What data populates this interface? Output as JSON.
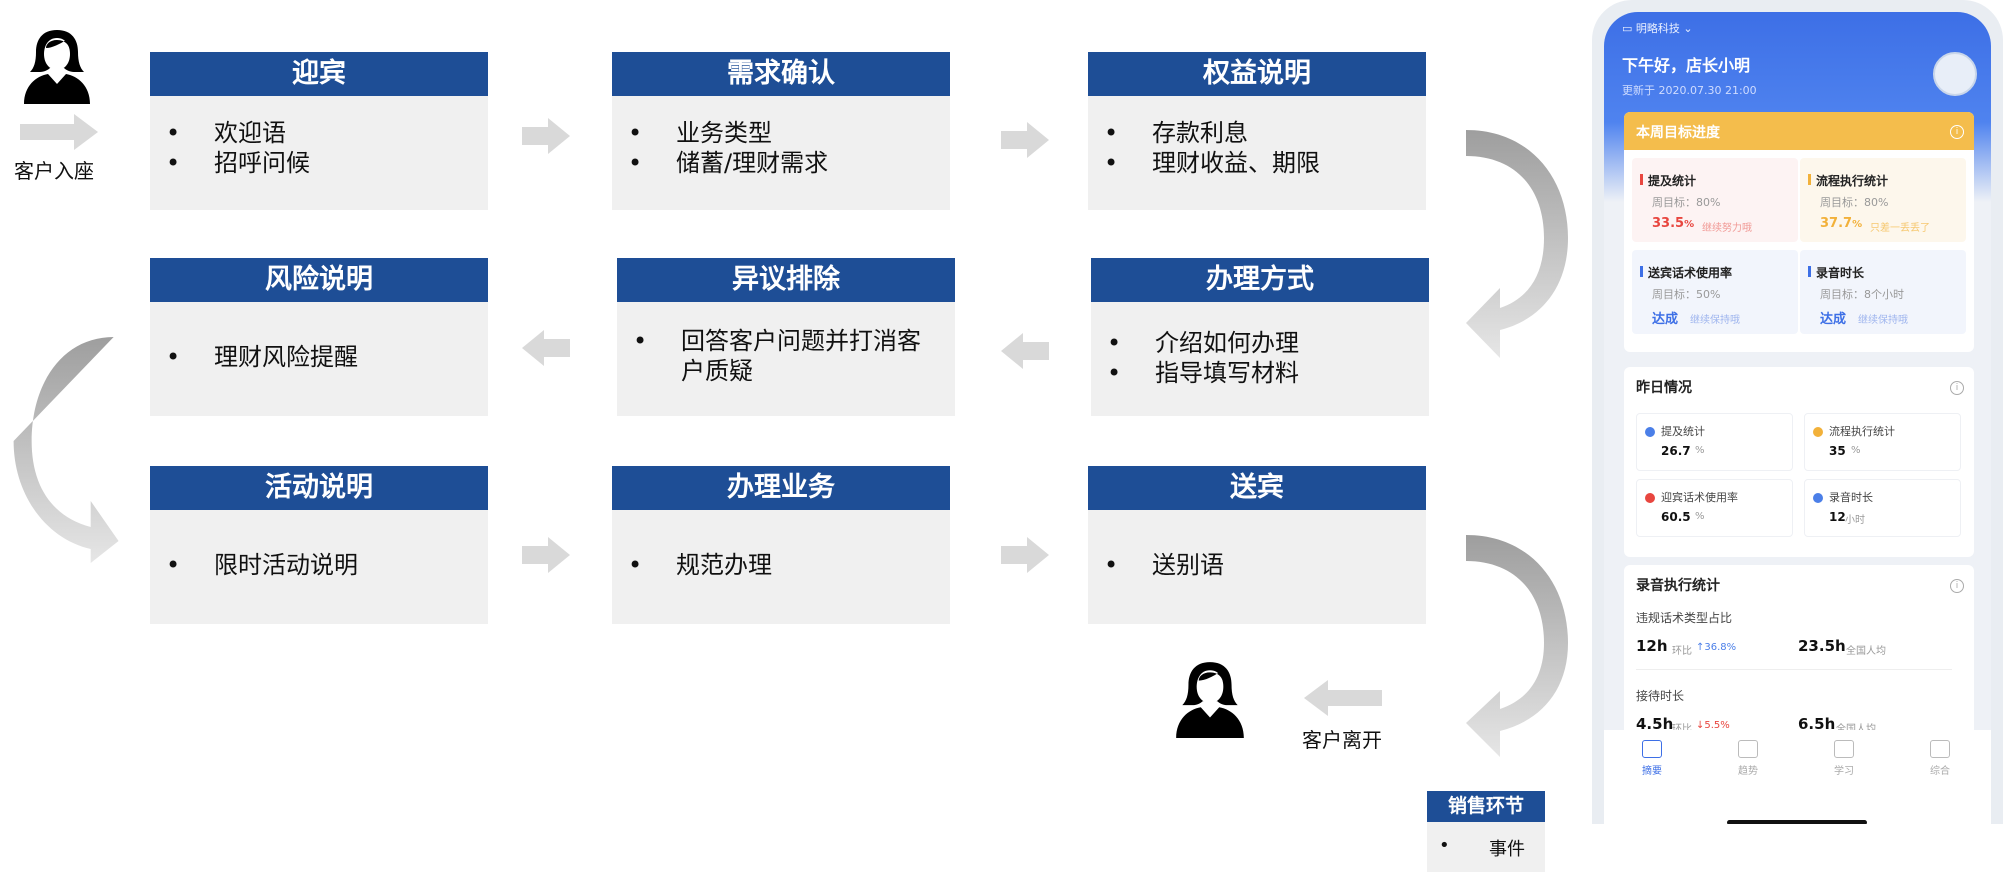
{
  "customer_enter": "客户入座",
  "customer_leave": "客户离开",
  "boxes": [
    {
      "title": "迎宾",
      "items": [
        "欢迎语",
        "招呼问候"
      ]
    },
    {
      "title": "需求确认",
      "items": [
        "业务类型",
        "储蓄/理财需求"
      ]
    },
    {
      "title": "权益说明",
      "items": [
        "存款利息",
        "理财收益、期限"
      ]
    },
    {
      "title": "风险说明",
      "items": [
        "理财风险提醒"
      ]
    },
    {
      "title": "异议排除",
      "items": [
        "回答客户问题并打消客户质疑"
      ]
    },
    {
      "title": "办理方式",
      "items": [
        "介绍如何办理",
        "指导填写材料"
      ]
    },
    {
      "title": "活动说明",
      "items": [
        "限时活动说明"
      ]
    },
    {
      "title": "办理业务",
      "items": [
        "规范办理"
      ]
    },
    {
      "title": "送宾",
      "items": [
        "送别语"
      ]
    }
  ],
  "legend": {
    "title": "销售环节",
    "item": "事件"
  },
  "phone": {
    "company": "明略科技",
    "greeting": "下午好，店长小明",
    "updated": "更新于 2020.07.30 21:00",
    "weekly": {
      "title": "本周目标进度",
      "tiles": [
        {
          "title": "提及统计",
          "sub": "周目标：80%",
          "value": "33.5",
          "unit": "%",
          "note": "继续努力哦",
          "color": "#e8463f"
        },
        {
          "title": "流程执行统计",
          "sub": "周目标：80%",
          "value": "37.7",
          "unit": "%",
          "note": "只差一丢丢了",
          "color": "#f2b13a"
        },
        {
          "title": "送宾话术使用率",
          "sub": "周目标：50%",
          "value": "达成",
          "unit": "",
          "note": "继续保持哦",
          "color": "#3d6fe6"
        },
        {
          "title": "录音时长",
          "sub": "周目标：8个小时",
          "value": "达成",
          "unit": "",
          "note": "继续保持哦",
          "color": "#3d6fe6"
        }
      ]
    },
    "yesterday": {
      "title": "昨日情况",
      "tiles": [
        {
          "title": "提及统计",
          "value": "26.7",
          "unit": "%",
          "color": "#4b7fe8"
        },
        {
          "title": "流程执行统计",
          "value": "35",
          "unit": "%",
          "color": "#f2b13a"
        },
        {
          "title": "迎宾话术使用率",
          "value": "60.5",
          "unit": "%",
          "color": "#e8463f"
        },
        {
          "title": "录音时长",
          "value": "12",
          "unit": "小时",
          "color": "#4b7fe8"
        }
      ]
    },
    "recording": {
      "title": "录音执行统计",
      "label1": "违规话术类型占比",
      "v1": "12h",
      "n1a": "环比",
      "n1b": "↑36.8%",
      "v2": "23.5h",
      "n2": "全国人均",
      "label2": "接待时长",
      "v3": "4.5h",
      "n3a": "环比",
      "n3b": "↓5.5%",
      "v4": "6.5h",
      "n4": "全国人均"
    },
    "tabs": [
      "摘要",
      "趋势",
      "学习",
      "综合"
    ]
  }
}
